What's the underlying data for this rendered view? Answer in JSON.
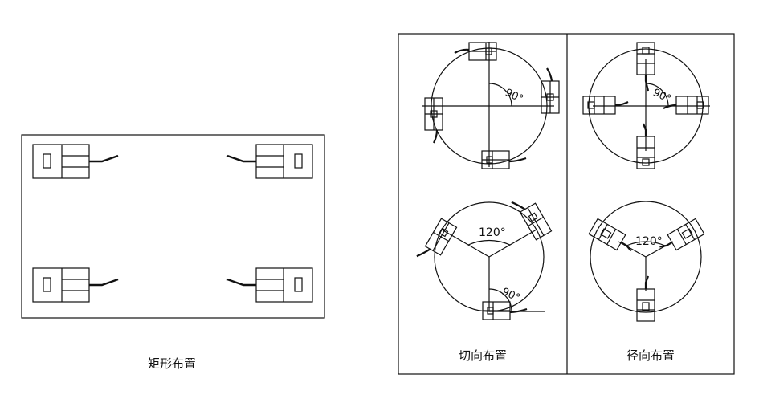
{
  "captions": {
    "rectangular": "矩形布置",
    "tangential": "切向布置",
    "radial": "径向布置"
  },
  "angle_labels": {
    "tangential_four": "90°",
    "radial_four": "90°",
    "tangential_three_top": "120°",
    "tangential_three_bottom": "90°",
    "radial_three": "120°"
  },
  "colors": {
    "stroke": "#111111",
    "background": "#ffffff"
  }
}
